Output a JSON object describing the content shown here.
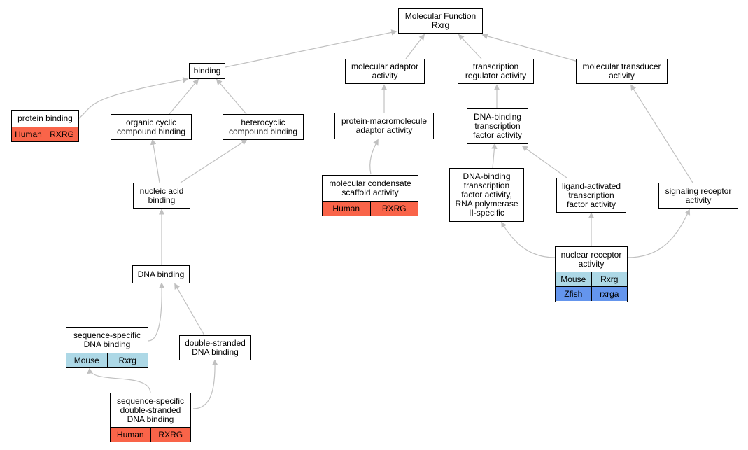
{
  "nodes": {
    "mf": {
      "label": "Molecular Function\nRxrg"
    },
    "binding": {
      "label": "binding"
    },
    "adaptor": {
      "label": "molecular adaptor\nactivity"
    },
    "regulator": {
      "label": "transcription\nregulator activity"
    },
    "transducer": {
      "label": "molecular transducer\nactivity"
    },
    "protein_binding": {
      "label": "protein binding",
      "orthologs": [
        {
          "species": "Human",
          "gene": "RXRG"
        }
      ]
    },
    "organic": {
      "label": "organic cyclic\ncompound binding"
    },
    "heterocyclic": {
      "label": "heterocyclic\ncompound binding"
    },
    "prot_macro": {
      "label": "protein-macromolecule\nadaptor activity"
    },
    "dbtf": {
      "label": "DNA-binding\ntranscription\nfactor activity"
    },
    "nucleic": {
      "label": "nucleic acid\nbinding"
    },
    "condensate": {
      "label": "molecular condensate\nscaffold activity",
      "orthologs": [
        {
          "species": "Human",
          "gene": "RXRG"
        }
      ]
    },
    "dbtf_pol2": {
      "label": "DNA-binding\ntranscription\nfactor activity,\nRNA polymerase\nII-specific"
    },
    "ligand": {
      "label": "ligand-activated\ntranscription\nfactor activity"
    },
    "signaling": {
      "label": "signaling receptor\nactivity"
    },
    "nuclear": {
      "label": "nuclear receptor\nactivity",
      "orthologs": [
        {
          "species": "Mouse",
          "gene": "Rxrg"
        },
        {
          "species": "Zfish",
          "gene": "rxrga"
        }
      ]
    },
    "dna_binding": {
      "label": "DNA binding"
    },
    "seq_specific": {
      "label": "sequence-specific\nDNA binding",
      "orthologs": [
        {
          "species": "Mouse",
          "gene": "Rxrg"
        }
      ]
    },
    "ds_dna": {
      "label": "double-stranded\nDNA binding"
    },
    "seq_ds": {
      "label": "sequence-specific\ndouble-stranded\nDNA binding",
      "orthologs": [
        {
          "species": "Human",
          "gene": "RXRG"
        }
      ]
    }
  },
  "colors": {
    "human": "#f96449",
    "mouse": "#add8e6",
    "zfish": "#6495ed",
    "edge": "#c0c0c0"
  }
}
